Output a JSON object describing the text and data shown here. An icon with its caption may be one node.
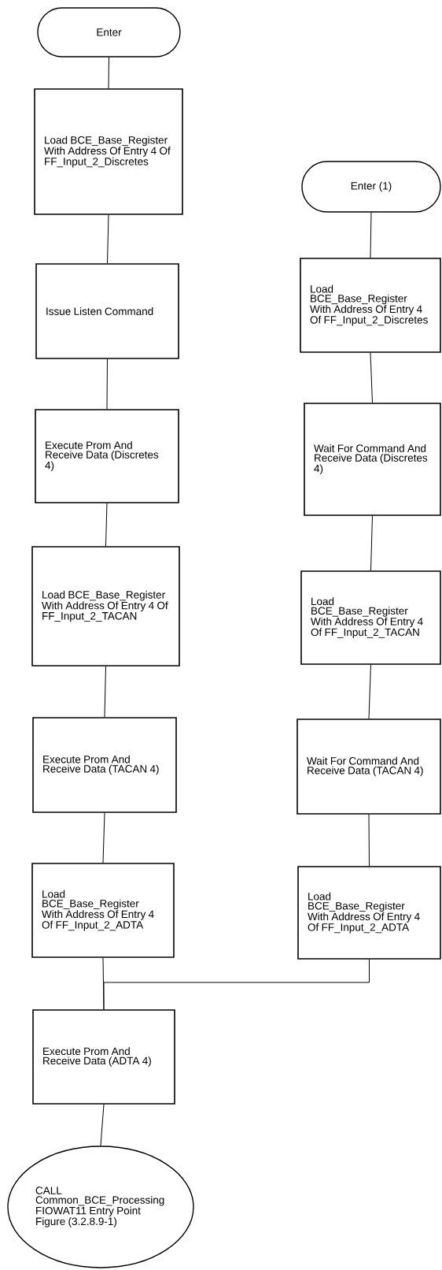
{
  "diagram": {
    "nodes": [
      {
        "text": [
          "Enter"
        ]
      },
      {
        "text": [
          "Load BCE_Base_Register With Address Of Entry 4 Of FF_Input_2_Discretes"
        ]
      },
      {
        "text": [
          "Issue Listen Command"
        ]
      },
      {
        "text": [
          "Execute Prom And Receive Data (Discretes 4)"
        ]
      },
      {
        "text": [
          "Load BCE_Base_Register With Address Of Entry 4 Of FF_Input_2_TACAN"
        ]
      },
      {
        "text": [
          "Execute Prom And Receive Data (TACAN 4)"
        ]
      },
      {
        "text": [
          "Load BCE_Base_Register With Address Of Entry 4 Of FF_Input_2_ADTA"
        ]
      },
      {
        "text": [
          "Execute Prom And Receive Data (ADTA 4)"
        ]
      },
      {
        "text": [
          "CALL Common_BCE_Processing FIOWAT11 Entry Point Figure (3.2.8.9-1)"
        ]
      },
      {
        "text": [
          "Enter (1)"
        ]
      },
      {
        "text": [
          "Load BCE_Base_Register With Address Of Entry 4 Of FF_Input_2_Discretes"
        ]
      },
      {
        "text": [
          "Wait For Command And Receive Data (Discretes 4)"
        ]
      },
      {
        "text": [
          "Load BCE_Base_Register With Address Of Entry 4 Of FF_Input_2_TACAN"
        ]
      },
      {
        "text": [
          "Wait For Command And Receive Data (TACAN 4)"
        ]
      },
      {
        "text": [
          "Load BCE_Base_Register With Address Of Entry 4 Of FF_Input_2_ADTA"
        ]
      }
    ],
    "edges": [
      {
        "from": 0,
        "to": 1,
        "arrow": "none"
      },
      {
        "from": 1,
        "to": 2,
        "arrow": "none"
      },
      {
        "from": 2,
        "to": 3,
        "arrow": "none"
      },
      {
        "from": 3,
        "to": 4,
        "arrow": "none"
      },
      {
        "from": 4,
        "to": 5,
        "arrow": "none"
      },
      {
        "from": 5,
        "to": 6,
        "arrow": "none"
      },
      {
        "from": 6,
        "to": 7,
        "arrow": "none"
      },
      {
        "from": 7,
        "to": 8,
        "arrow": "none"
      },
      {
        "from": 9,
        "to": 10,
        "arrow": "none"
      },
      {
        "from": 10,
        "to": 11,
        "arrow": "none"
      },
      {
        "from": 11,
        "to": 12,
        "arrow": "none"
      },
      {
        "from": 12,
        "to": 13,
        "arrow": "none"
      },
      {
        "from": 13,
        "to": 14,
        "arrow": "none"
      },
      {
        "from": 14,
        "to": 7,
        "arrow": "none"
      }
    ]
  }
}
